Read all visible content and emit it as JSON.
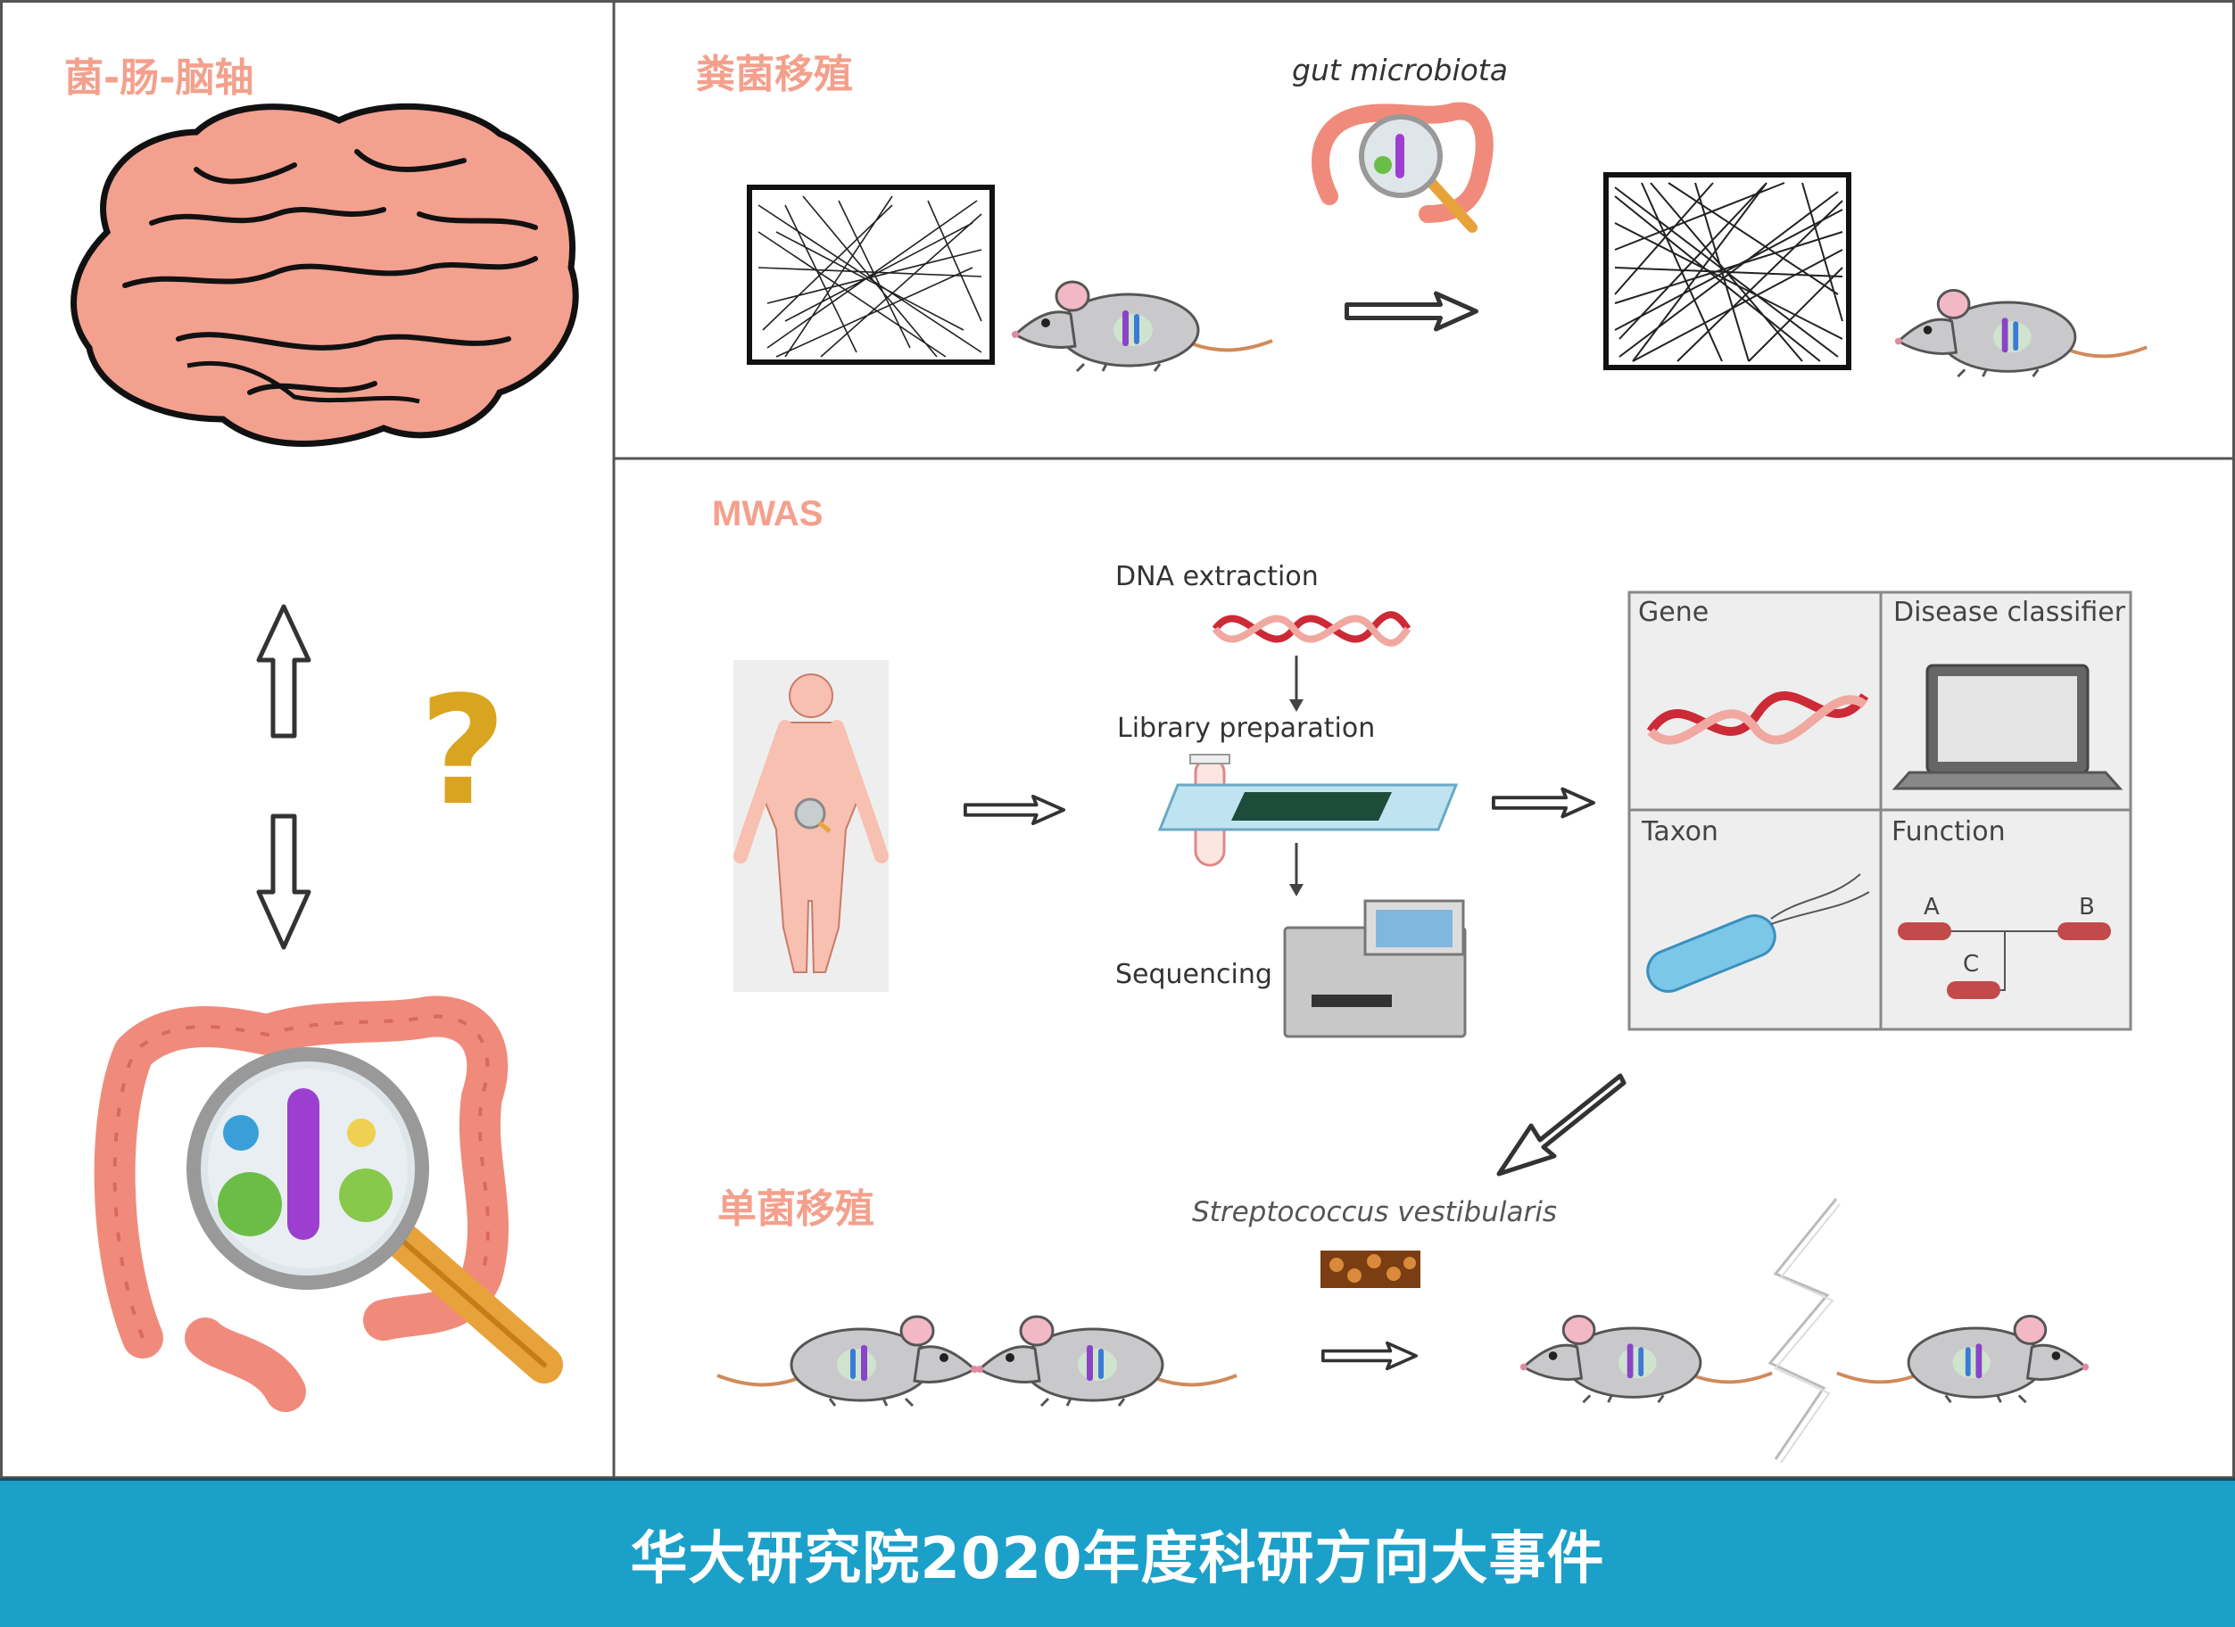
{
  "panels": {
    "gut_brain_axis": {
      "title": "菌-肠-脑轴",
      "question_mark": "?"
    },
    "fmt": {
      "title": "粪菌移殖",
      "label": "gut microbiota"
    },
    "mwas": {
      "title": "MWAS",
      "steps": {
        "dna": "DNA extraction",
        "library": "Library preparation",
        "sequencing": "Sequencing"
      },
      "quadrants": {
        "gene": "Gene",
        "disease": "Disease classifier",
        "taxon": "Taxon",
        "function": "Function",
        "node_a": "A",
        "node_b": "B",
        "node_c": "C"
      }
    },
    "mono": {
      "title": "单菌移殖",
      "label": "Streptococcus vestibularis"
    }
  },
  "footer": {
    "text": "华大研究院2020年度科研方向大事件"
  },
  "colors": {
    "accent_title": "#f4a08c",
    "brain": "#f3a08f",
    "intestine": "#f08b7c",
    "footer_bg": "#1ba0c9",
    "question_mark": "#d9a520",
    "mouse_body": "#c9c9cc",
    "dna_red": "#cc2a36"
  },
  "icons": [
    "brain-icon",
    "intestine-icon",
    "magnifier-icon",
    "mouse-icon",
    "double-arrow-icon",
    "question-mark-icon",
    "dna-helix-icon",
    "laptop-icon",
    "bacterium-icon",
    "sequencer-icon",
    "test-tube-icon",
    "human-body-icon",
    "maze-trace-icon",
    "lightning-break-icon"
  ]
}
